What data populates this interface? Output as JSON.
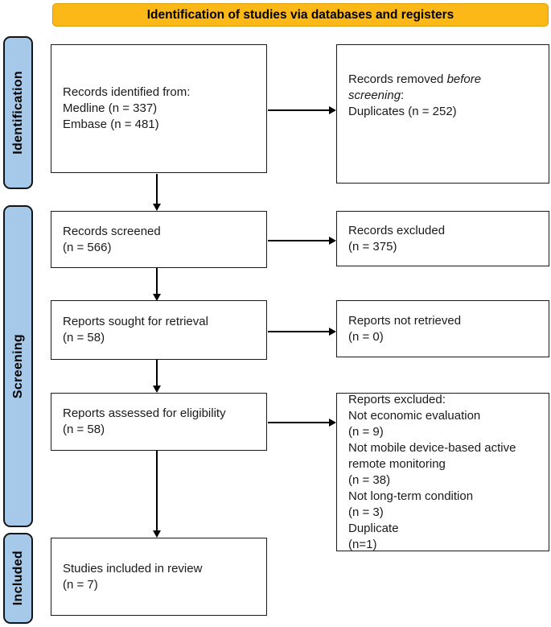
{
  "banner": {
    "label": "Identification of studies via databases and registers"
  },
  "sidebar": {
    "items": [
      {
        "label": "Identification"
      },
      {
        "label": "Screening"
      },
      {
        "label": "Included"
      }
    ]
  },
  "boxes": {
    "records_identified": {
      "lines": [
        "Records identified from:",
        "Medline (n = 337)",
        "Embase (n = 481)"
      ]
    },
    "records_removed": {
      "line1_normal": "Records removed ",
      "line1_italic": "before",
      "line2_italic": "screening",
      "line2_suffix": ":",
      "line3": "Duplicates (n = 252)"
    },
    "records_screened": {
      "lines": [
        "Records screened",
        "(n = 566)"
      ]
    },
    "records_excluded": {
      "lines": [
        "Records excluded",
        "(n = 375)"
      ]
    },
    "reports_sought": {
      "lines": [
        "Reports sought for retrieval",
        "(n = 58)"
      ]
    },
    "reports_not_retrieved": {
      "lines": [
        "Reports not retrieved",
        "(n = 0)"
      ]
    },
    "reports_assessed": {
      "lines": [
        "Reports assessed for eligibility",
        "(n = 58)"
      ]
    },
    "reports_excluded": {
      "lines": [
        "Reports excluded:",
        "Not economic evaluation",
        "(n = 9)",
        "Not mobile device-based active",
        "remote monitoring",
        "(n = 38)",
        "Not long-term condition",
        "(n = 3)",
        "Duplicate",
        "(n=1)"
      ]
    },
    "studies_included": {
      "lines": [
        "Studies included in review",
        "(n = 7)"
      ]
    }
  },
  "colors": {
    "banner_bg": "#FBB817",
    "banner_border": "#D99E06",
    "sidebar_bg": "#A6C9E9",
    "box_border": "#1A1A1A",
    "arrow": "#000000"
  }
}
